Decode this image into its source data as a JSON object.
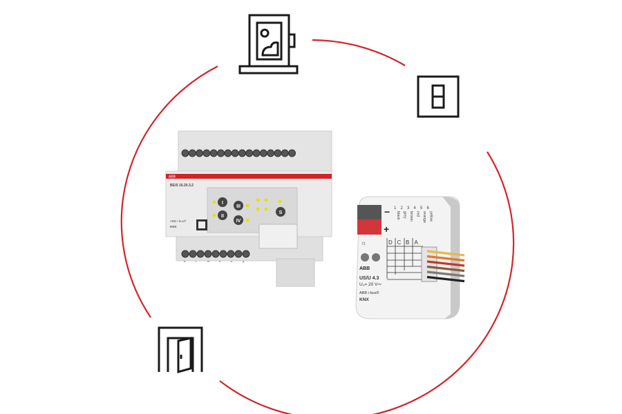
{
  "colors": {
    "accent": "#d2232a",
    "icon": "#1a1a1a",
    "device": "#e6e6e6"
  },
  "icons": [
    "window-icon",
    "light-switch-icon",
    "door-icon"
  ],
  "actuator": {
    "brand": "ABB",
    "model": "BE/S 16.20.3.2",
    "buttons": [
      "I",
      "II",
      "III",
      "IV",
      "S"
    ],
    "bus_label": "ABB i-bus®",
    "knx_label": "KNX",
    "bottom_terminals": [
      "k",
      "l",
      "m",
      "n",
      "o",
      "p"
    ]
  },
  "interface": {
    "brand": "ABB",
    "model": "US/U 4.3",
    "voltage": "U₀= 20 V⎓",
    "bus_label": "ABB i-bus®",
    "knx_label": "KNX",
    "minus": "−",
    "plus": "+",
    "channels": [
      "D",
      "C",
      "B",
      "A"
    ],
    "wire_numbers": [
      "1",
      "2",
      "3",
      "4",
      "5",
      "6"
    ],
    "wire_colors_labels": [
      "black",
      "grey",
      "brown",
      "red",
      "orange",
      "yellow"
    ],
    "wire_colors": [
      "#222222",
      "#7a7a7a",
      "#8b5a3c",
      "#c0392b",
      "#e07b2a",
      "#e8b84a"
    ]
  }
}
